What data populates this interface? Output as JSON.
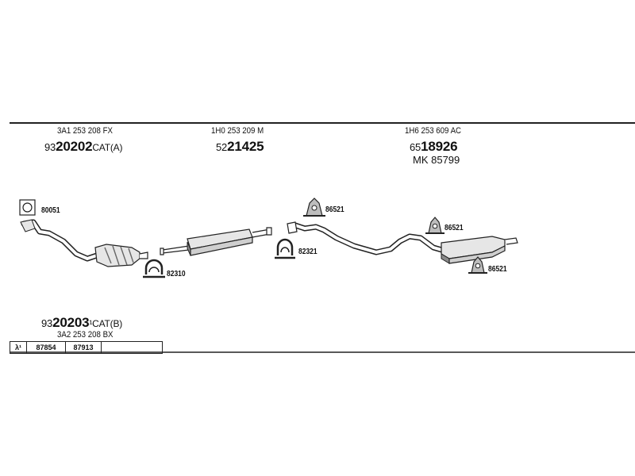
{
  "top_rule": true,
  "groups": [
    {
      "ref": "3A1 253 208 FX",
      "number_prefix": "93",
      "number_bold": "20202",
      "number_suffix": "CAT(A)"
    },
    {
      "ref": "1H0 253 209 M",
      "number_prefix": "52",
      "number_bold": "21425",
      "number_suffix": ""
    },
    {
      "ref": "1H6 253 609 AC",
      "number_prefix": "65",
      "number_bold": "18926",
      "number_suffix": "",
      "mk": "MK  85799"
    }
  ],
  "alt_group": {
    "number_prefix": "93",
    "number_bold": "20203",
    "number_suffix": "CAT(B)",
    "marker": "¹",
    "ref": "3A2 253 208 BX"
  },
  "parts": {
    "gasket": "80051",
    "clamp_front": "82310",
    "hanger_mid": "86521",
    "clamp_mid": "82321",
    "hanger_rear_top": "86521",
    "hanger_rear_bottom": "86521"
  },
  "lambda_table": {
    "symbol": "λ¹",
    "cells": [
      "87854",
      "87913",
      ""
    ]
  },
  "colors": {
    "line": "#222222",
    "part_fill": "#e6e6e6",
    "part_shade": "#8a8a8a"
  }
}
